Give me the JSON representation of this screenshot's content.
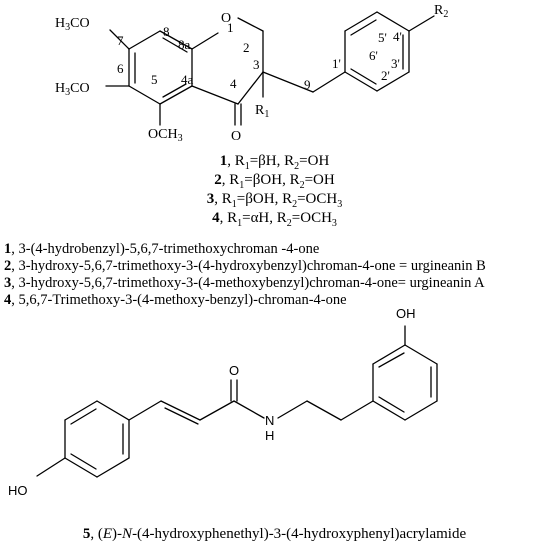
{
  "structure1": {
    "labels": {
      "h3co_top": "H3CO",
      "h3co_mid": "H3CO",
      "och3_bottom": "OCH3",
      "o_ring": "O",
      "o_keto": "O",
      "r1": "R1",
      "r2": "R2"
    },
    "numbering": [
      "7",
      "8",
      "8a",
      "1",
      "2",
      "3",
      "6",
      "5",
      "4a",
      "4",
      "9",
      "1'",
      "2'",
      "3'",
      "4'",
      "5'",
      "6'"
    ]
  },
  "compounds": [
    {
      "num": "1",
      "r1": "βH",
      "r2": "OH"
    },
    {
      "num": "2",
      "r1": "βOH",
      "r2": "OH"
    },
    {
      "num": "3",
      "r1": "βOH",
      "r2": "OCH3"
    },
    {
      "num": "4",
      "r1": "αH",
      "r2": "OCH3"
    }
  ],
  "descriptions": [
    {
      "num": "1",
      "text": ", 3-(4-hydrobenzyl)-5,6,7-trimethoxychroman -4-one"
    },
    {
      "num": "2",
      "text": ", 3-hydroxy-5,6,7-trimethoxy-3-(4-hydroxybenzyl)chroman-4-one = urgineanin B"
    },
    {
      "num": "3",
      "text": ", 3-hydroxy-5,6,7-trimethoxy-3-(4-methoxybenzyl)chroman-4-one= urgineanin A"
    },
    {
      "num": "4",
      "text": ", 5,6,7-Trimethoxy-3-(4-methoxy-benzyl)-chroman-4-one"
    }
  ],
  "structure5": {
    "labels": {
      "oh_top": "OH",
      "oh_bottom": "HO",
      "o_amide": "O",
      "nh_n": "N",
      "nh_h": "H"
    },
    "caption_num": "5",
    "caption_pre": ", (",
    "caption_e": "E",
    "caption_mid": ")-",
    "caption_n": "N",
    "caption_post": "-(4-hydroxyphenethyl)-3-(4-hydroxyphenyl)acrylamide"
  }
}
